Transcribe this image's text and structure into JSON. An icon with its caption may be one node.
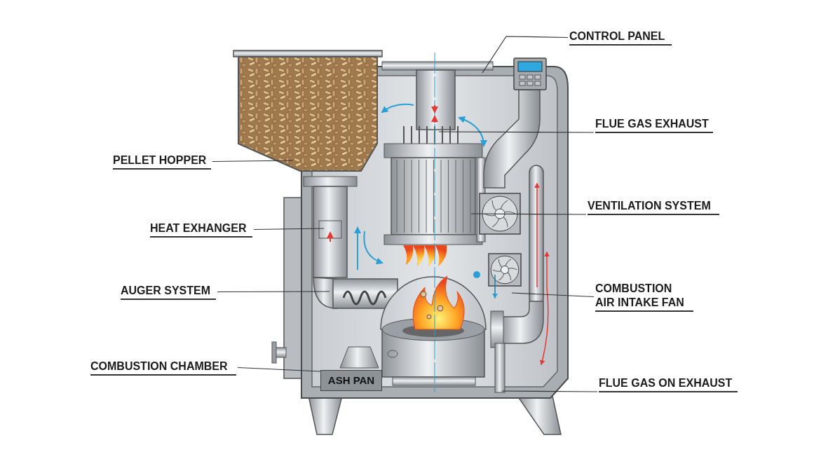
{
  "diagram": {
    "nodes": [
      {
        "text": [
          "CONTROL PANEL"
        ]
      },
      {
        "text": [
          "FLUE GAS EXHAUST"
        ]
      },
      {
        "text": [
          "PELLET HOPPER"
        ]
      },
      {
        "text": [
          "VENTILATION SYSTEM"
        ]
      },
      {
        "text": [
          "HEAT EXHANGER"
        ]
      },
      {
        "text": [
          "AUGER SYSTEM"
        ]
      },
      {
        "text": [
          "COMBUSTION AIR INTAKE FAN"
        ]
      },
      {
        "text": [
          "COMBUSTION CHAMBER"
        ]
      },
      {
        "text": [
          "FLUE GAS ON EXHAUST"
        ]
      },
      {
        "text": [
          "ASH PAN"
        ]
      }
    ],
    "edges": [
      {
        "from": 0,
        "to": null,
        "arrow": "none"
      },
      {
        "from": 1,
        "to": null,
        "arrow": "none"
      },
      {
        "from": 2,
        "to": null,
        "arrow": "none"
      },
      {
        "from": 3,
        "to": null,
        "arrow": "none"
      },
      {
        "from": 4,
        "to": null,
        "arrow": "none"
      },
      {
        "from": 5,
        "to": null,
        "arrow": "none"
      },
      {
        "from": 6,
        "to": null,
        "arrow": "none"
      },
      {
        "from": 7,
        "to": 9,
        "arrow": "none"
      },
      {
        "from": 8,
        "to": null,
        "arrow": "none"
      }
    ]
  }
}
